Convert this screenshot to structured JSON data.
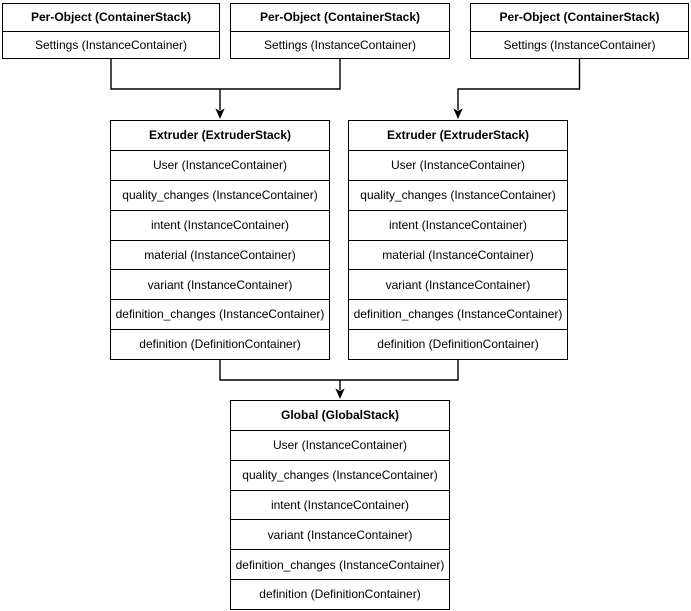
{
  "diagram": {
    "colors": {
      "stroke": "#000000",
      "node_fill": "#ffffff",
      "text": "#000000",
      "background": "#ffffff"
    },
    "nodes": {
      "per_object_1": {
        "title": "Per-Object (ContainerStack)",
        "rows": [
          "Settings (InstanceContainer)"
        ]
      },
      "per_object_2": {
        "title": "Per-Object (ContainerStack)",
        "rows": [
          "Settings (InstanceContainer)"
        ]
      },
      "per_object_3": {
        "title": "Per-Object (ContainerStack)",
        "rows": [
          "Settings (InstanceContainer)"
        ]
      },
      "extruder_1": {
        "title": "Extruder (ExtruderStack)",
        "rows": [
          "User (InstanceContainer)",
          "quality_changes (InstanceContainer)",
          "intent (InstanceContainer)",
          "material (InstanceContainer)",
          "variant (InstanceContainer)",
          "definition_changes (InstanceContainer)",
          "definition (DefinitionContainer)"
        ]
      },
      "extruder_2": {
        "title": "Extruder (ExtruderStack)",
        "rows": [
          "User (InstanceContainer)",
          "quality_changes (InstanceContainer)",
          "intent (InstanceContainer)",
          "material (InstanceContainer)",
          "variant (InstanceContainer)",
          "definition_changes (InstanceContainer)",
          "definition (DefinitionContainer)"
        ]
      },
      "global": {
        "title": "Global (GlobalStack)",
        "rows": [
          "User (InstanceContainer)",
          "quality_changes (InstanceContainer)",
          "intent (InstanceContainer)",
          "variant (InstanceContainer)",
          "definition_changes (InstanceContainer)",
          "definition (DefinitionContainer)"
        ]
      }
    },
    "edges": [
      {
        "from": "per_object_1",
        "to": "extruder_1"
      },
      {
        "from": "per_object_2",
        "to": "extruder_1"
      },
      {
        "from": "per_object_3",
        "to": "extruder_2"
      },
      {
        "from": "extruder_1",
        "to": "global"
      },
      {
        "from": "extruder_2",
        "to": "global"
      }
    ]
  }
}
